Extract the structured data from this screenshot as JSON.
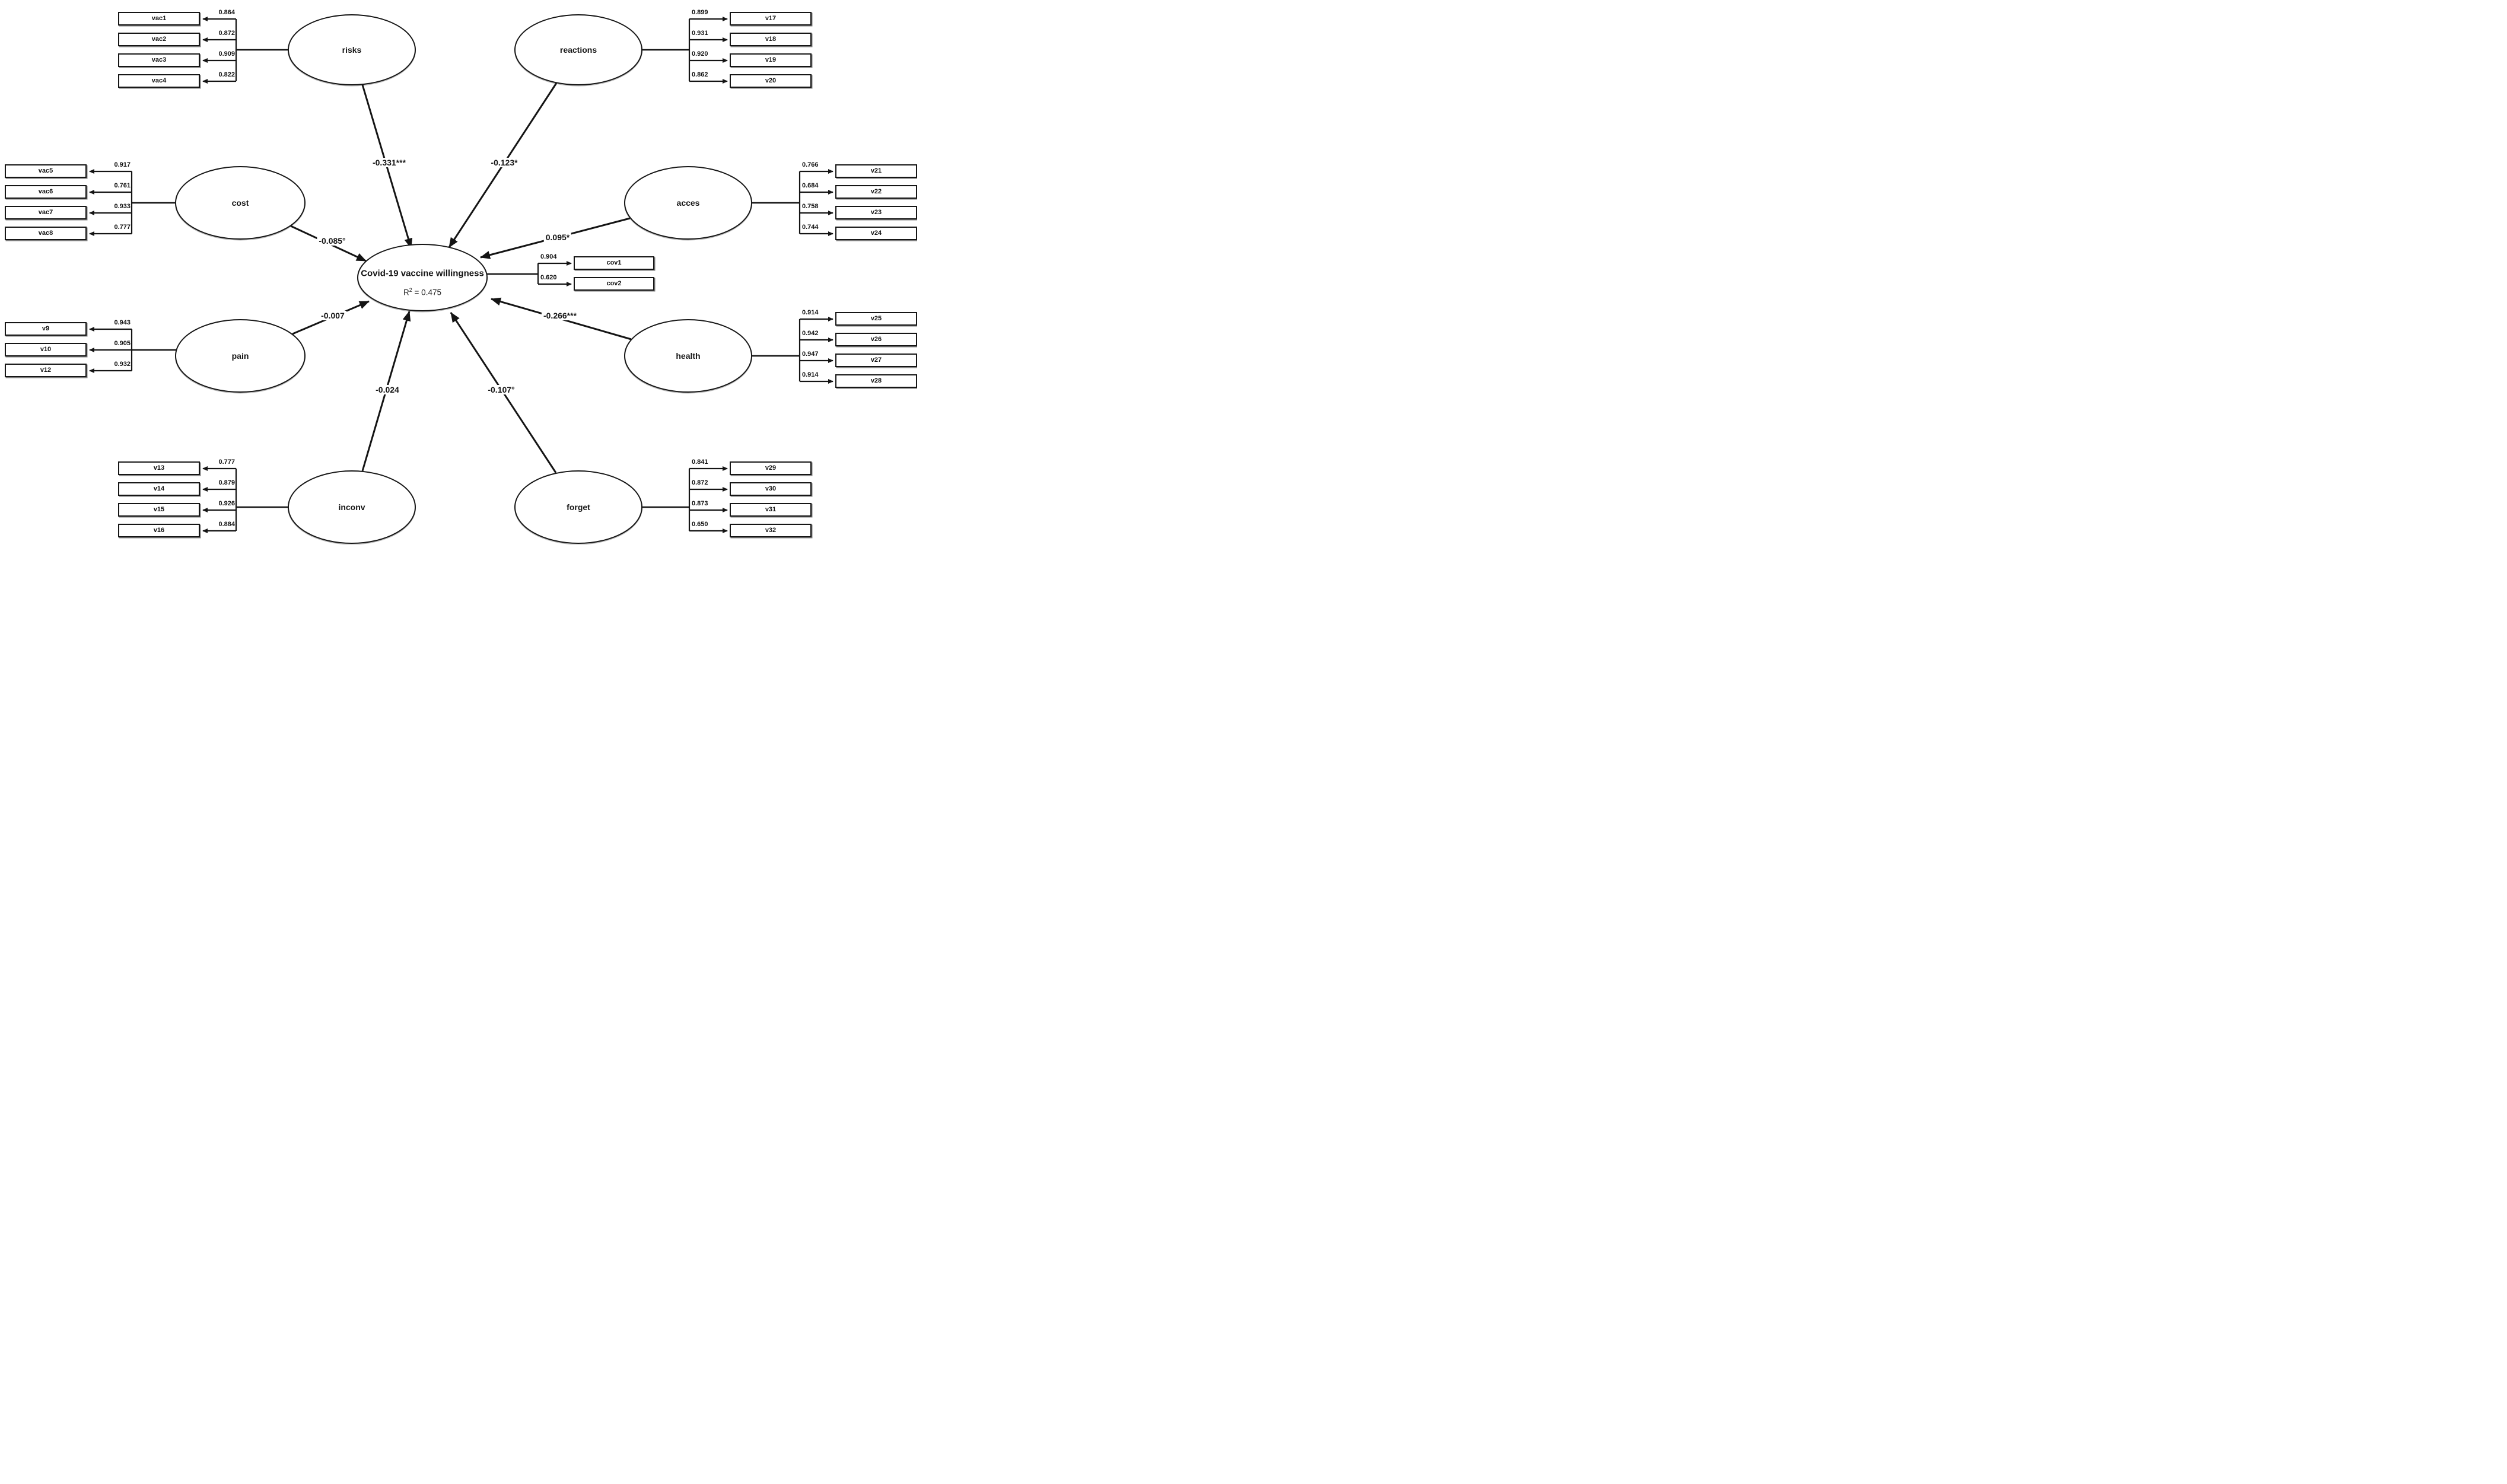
{
  "colors": {
    "ink": "#141414",
    "background": "#ffffff"
  },
  "center": {
    "title": "Covid-19 vaccine willingness",
    "r_squared_prefix": "R",
    "r_squared_sup": "2",
    "r_squared_rest": " = 0.475",
    "indicators": [
      {
        "label": "cov1",
        "loading": "0.904"
      },
      {
        "label": "cov2",
        "loading": "0.620"
      }
    ]
  },
  "latents": [
    {
      "label": "risks",
      "coefficient": "-0.331***",
      "indicators": [
        {
          "label": "vac1",
          "loading": "0.864"
        },
        {
          "label": "vac2",
          "loading": "0.872"
        },
        {
          "label": "vac3",
          "loading": "0.909"
        },
        {
          "label": "vac4",
          "loading": "0.822"
        }
      ]
    },
    {
      "label": "reactions",
      "coefficient": "-0.123*",
      "indicators": [
        {
          "label": "v17",
          "loading": "0.899"
        },
        {
          "label": "v18",
          "loading": "0.931"
        },
        {
          "label": "v19",
          "loading": "0.920"
        },
        {
          "label": "v20",
          "loading": "0.862"
        }
      ]
    },
    {
      "label": "cost",
      "coefficient": "-0.085°",
      "indicators": [
        {
          "label": "vac5",
          "loading": "0.917"
        },
        {
          "label": "vac6",
          "loading": "0.761"
        },
        {
          "label": "vac7",
          "loading": "0.933"
        },
        {
          "label": "vac8",
          "loading": "0.777"
        }
      ]
    },
    {
      "label": "acces",
      "coefficient": "0.095*",
      "indicators": [
        {
          "label": "v21",
          "loading": "0.766"
        },
        {
          "label": "v22",
          "loading": "0.684"
        },
        {
          "label": "v23",
          "loading": "0.758"
        },
        {
          "label": "v24",
          "loading": "0.744"
        }
      ]
    },
    {
      "label": "pain",
      "coefficient": "-0.007",
      "indicators": [
        {
          "label": "v9",
          "loading": "0.943"
        },
        {
          "label": "v10",
          "loading": "0.905"
        },
        {
          "label": "v12",
          "loading": "0.932"
        }
      ]
    },
    {
      "label": "health",
      "coefficient": "-0.266***",
      "indicators": [
        {
          "label": "v25",
          "loading": "0.914"
        },
        {
          "label": "v26",
          "loading": "0.942"
        },
        {
          "label": "v27",
          "loading": "0.947"
        },
        {
          "label": "v28",
          "loading": "0.914"
        }
      ]
    },
    {
      "label": "inconv",
      "coefficient": "-0.024",
      "indicators": [
        {
          "label": "v13",
          "loading": "0.777"
        },
        {
          "label": "v14",
          "loading": "0.879"
        },
        {
          "label": "v15",
          "loading": "0.926"
        },
        {
          "label": "v16",
          "loading": "0.884"
        }
      ]
    },
    {
      "label": "forget",
      "coefficient": "-0.107°",
      "indicators": [
        {
          "label": "v29",
          "loading": "0.841"
        },
        {
          "label": "v30",
          "loading": "0.872"
        },
        {
          "label": "v31",
          "loading": "0.873"
        },
        {
          "label": "v32",
          "loading": "0.650"
        }
      ]
    }
  ]
}
